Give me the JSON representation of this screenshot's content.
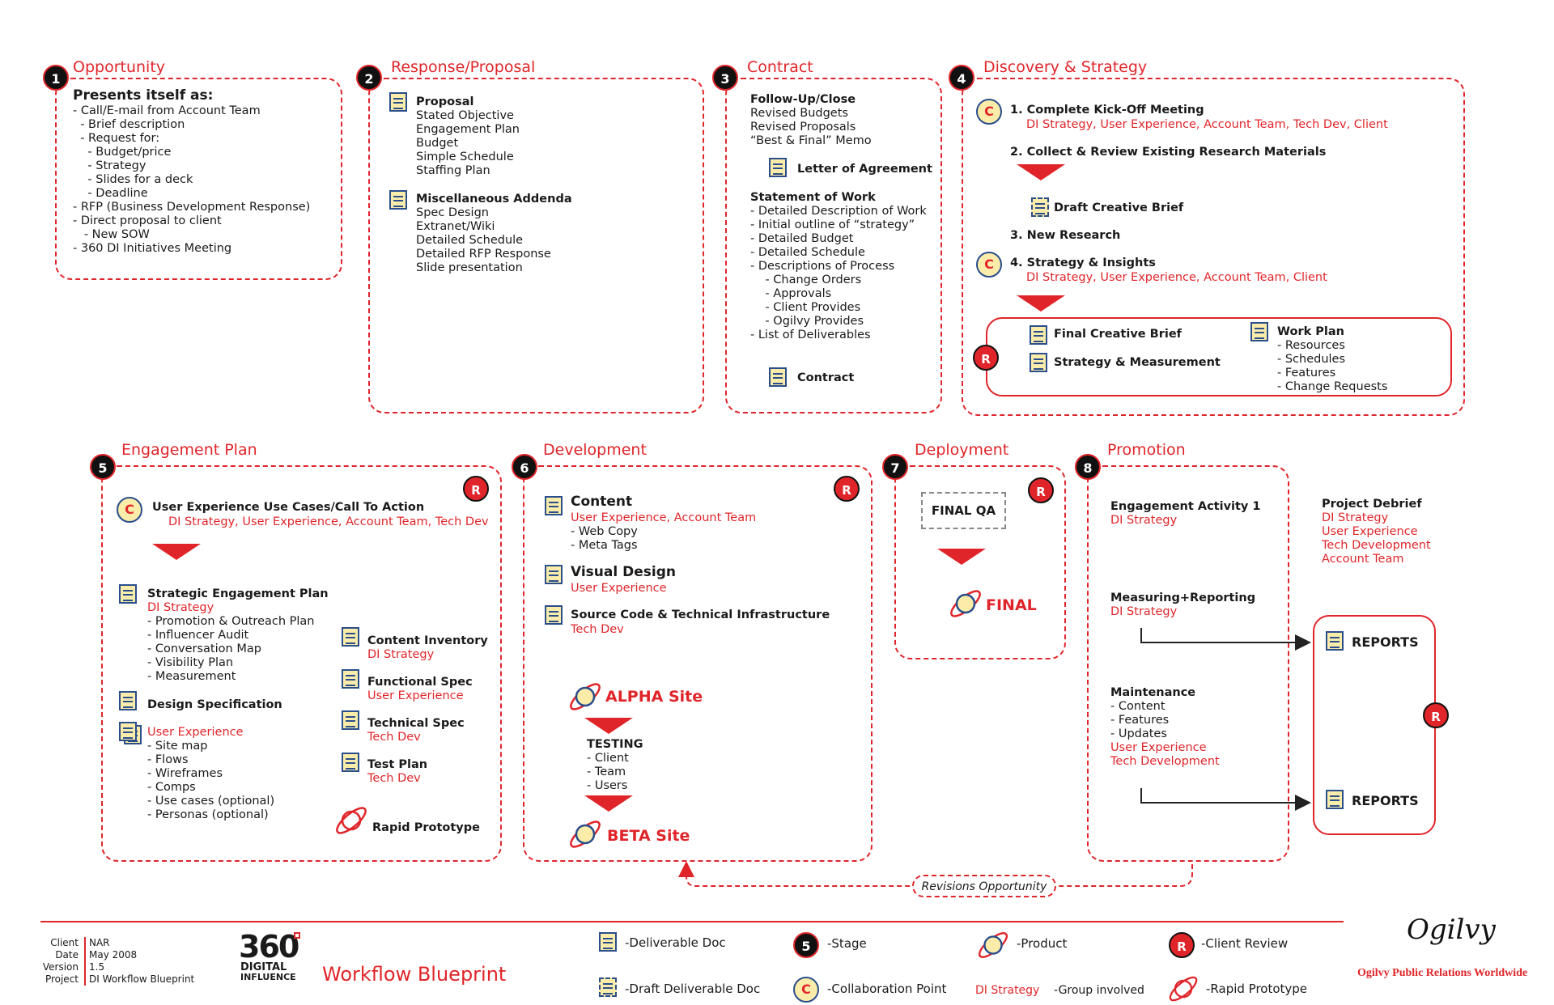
{
  "stages": {
    "s1": {
      "number": "1",
      "title": "Opportunity",
      "heading": "Presents itself as:",
      "body": "- Call/E-mail from Account Team\n  - Brief description\n  - Request for:\n    - Budget/price\n    - Strategy\n    - Slides for a deck\n    - Deadline\n- RFP (Business Development Response)\n- Direct proposal to client\n   - New SOW\n- 360 DI Initiatives Meeting"
    },
    "s2": {
      "number": "2",
      "title": "Response/Proposal",
      "proposal_title": "Proposal",
      "proposal_body": "Stated Objective\nEngagement Plan\nBudget\nSimple Schedule\nStaffing Plan",
      "misc_title": "Miscellaneous Addenda",
      "misc_body": "Spec Design\nExtranet/Wiki\nDetailed Schedule\nDetailed RFP Response\nSlide presentation"
    },
    "s3": {
      "number": "3",
      "title": "Contract",
      "follow_title": "Follow-Up/Close",
      "follow_body": "Revised Budgets\nRevised Proposals\n“Best & Final” Memo",
      "loa": "Letter of Agreement",
      "sow_title": "Statement of Work",
      "sow_body": "- Detailed Description of Work\n- Initial outline of “strategy”\n- Detailed Budget\n- Detailed Schedule\n- Descriptions of Process\n    - Change Orders\n    - Approvals\n    - Client Provides\n    - Ogilvy Provides\n- List of Deliverables",
      "contract": "Contract"
    },
    "s4": {
      "number": "4",
      "title": "Discovery & Strategy",
      "step1": "1. Complete Kick-Off Meeting",
      "step1_groups": "DI Strategy, User Experience, Account Team, Tech Dev, Client",
      "step2": "2. Collect & Review Existing Research Materials",
      "draft_brief": "Draft Creative Brief",
      "step3": "3. New Research",
      "step4": "4. Strategy & Insights",
      "step4_groups": "DI Strategy, User Experience, Account Team, Client",
      "final_brief": "Final Creative Brief",
      "strat_meas": "Strategy & Measurement",
      "work_plan": "Work Plan",
      "work_plan_body": "- Resources\n- Schedules\n- Features\n- Change Requests"
    },
    "s5": {
      "number": "5",
      "title": "Engagement Plan",
      "ux_title": "User Experience Use Cases/Call To Action",
      "ux_groups": "DI Strategy, User Experience, Account Team, Tech Dev",
      "sep_title": "Strategic Engagement Plan",
      "sep_group": "DI Strategy",
      "sep_body": "- Promotion & Outreach Plan\n- Influencer Audit\n- Conversation Map\n- Visibility Plan\n- Measurement",
      "ds_title": "Design Specification",
      "ds_group": "User Experience",
      "ds_body": "- Site map\n- Flows\n- Wireframes\n- Comps\n- Use cases (optional)\n- Personas (optional)",
      "ci_title": "Content Inventory",
      "ci_group": "DI Strategy",
      "fs_title": "Functional Spec",
      "fs_group": "User Experience",
      "ts_title": "Technical Spec",
      "ts_group": "Tech Dev",
      "tp_title": "Test Plan",
      "tp_group": "Tech Dev",
      "rp": "Rapid Prototype"
    },
    "s6": {
      "number": "6",
      "title": "Development",
      "content_title": "Content",
      "content_group": "User Experience, Account Team",
      "content_body": "- Web Copy\n- Meta Tags",
      "vd_title": "Visual Design",
      "vd_group": "User Experience",
      "sc_title": "Source Code & Technical Infrastructure",
      "sc_group": "Tech Dev",
      "alpha": "ALPHA Site",
      "testing": "TESTING",
      "testing_body": "- Client\n- Team\n- Users",
      "beta": "BETA Site"
    },
    "s7": {
      "number": "7",
      "title": "Deployment",
      "final_qa": "FINAL QA",
      "final": "FINAL"
    },
    "s8": {
      "number": "8",
      "title": "Promotion",
      "ea_title": "Engagement Activity 1",
      "ea_group": "DI Strategy",
      "mr_title": "Measuring+Reporting",
      "mr_group": "DI Strategy",
      "mt_title": "Maintenance",
      "mt_body": "- Content\n- Features\n- Updates",
      "mt_groups": "User Experience\nTech Development",
      "pd_title": "Project Debrief",
      "pd_groups": "DI Strategy\nUser Experience\nTech Development\nAccount Team",
      "reports1": "REPORTS",
      "reports2": "REPORTS"
    }
  },
  "revisions": "Revisions Opportunity",
  "review_letter": "R",
  "collab_letter": "C",
  "footer": {
    "meta_labels": "Client\nDate\nVersion\nProject",
    "meta_values": "NAR\nMay 2008\n1.5\nDI Workflow Blueprint",
    "logo_360": "360",
    "logo_digital": "DIGITAL",
    "logo_influence": "INFLUENCE",
    "blueprint_title": "Workflow Blueprint",
    "ogilvy_company": "Ogilvy Public Relations Worldwide",
    "ogilvy_logo": "Ogilvy"
  },
  "legend": {
    "deliverable": "-Deliverable Doc",
    "draft": "-Draft Deliverable Doc",
    "stage_num": "5",
    "stage": "-Stage",
    "collab": "-Collaboration Point",
    "product": "-Product",
    "group_example": "DI Strategy",
    "group": "-Group involved",
    "review": "-Client Review",
    "prototype": "-Rapid Prototype"
  },
  "colors": {
    "accent": "#e0252a",
    "doc_fill": "#fbecaa",
    "doc_stroke": "#2a4e8c"
  }
}
